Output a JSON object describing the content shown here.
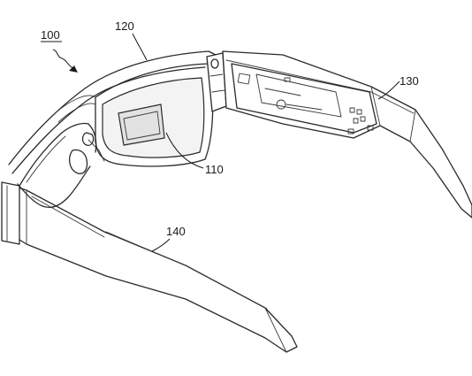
{
  "figure": {
    "labels": {
      "device": "100",
      "frame": "120",
      "display": "110",
      "right_temple": "130",
      "left_temple": "140"
    }
  }
}
